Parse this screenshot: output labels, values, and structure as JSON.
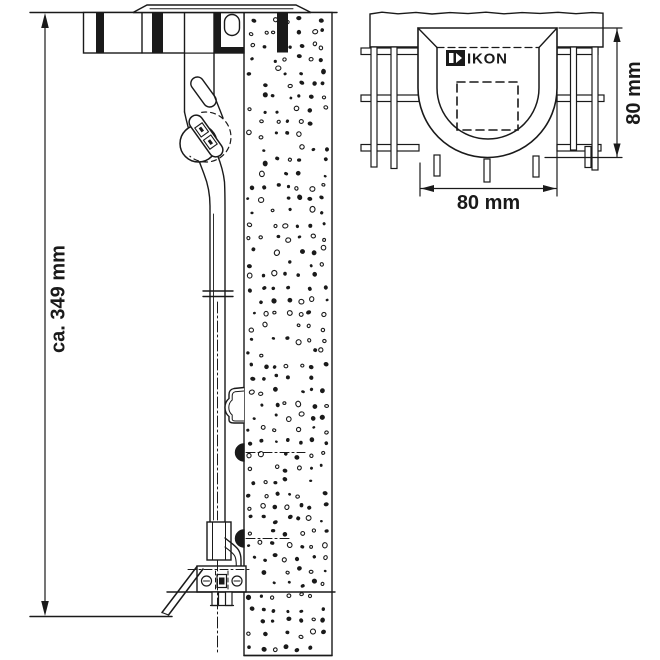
{
  "drawing": {
    "side_view": {
      "height_dimension_label": "ca. 349 mm"
    },
    "top_view": {
      "brand_label": "IKON",
      "width_dimension_label": "80 mm",
      "height_dimension_label": "80 mm"
    },
    "colors": {
      "ink": "#1a1a1a",
      "paper": "#ffffff"
    }
  }
}
